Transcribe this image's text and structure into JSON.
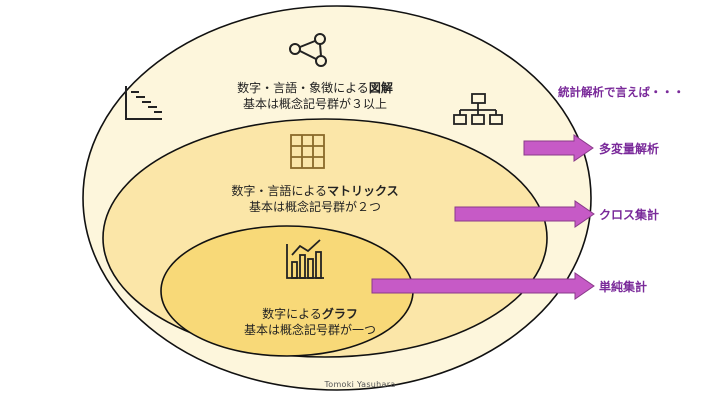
{
  "colors": {
    "outer_fill": "#fdf6dc",
    "middle_fill": "#fbe6a8",
    "inner_fill": "#f8d978",
    "ellipse_stroke": "#111111",
    "arrow_fill": "#c65ac6",
    "accent_text": "#7a2a9a"
  },
  "outer": {
    "line1_prefix": "数字・言語・象徴による",
    "line1_emph": "図解",
    "line2": "基本は概念記号群が３以上",
    "icons": [
      "share-nodes-icon",
      "gantt-chart-icon",
      "org-chart-icon"
    ]
  },
  "middle": {
    "line1_prefix": "数字・言語による",
    "line1_emph": "マトリックス",
    "line2": "基本は概念記号群が２つ",
    "icon": "grid-icon"
  },
  "inner": {
    "line1_prefix": "数字による",
    "line1_emph": "グラフ",
    "line2": "基本は概念記号群が一つ",
    "icon": "bar-line-chart-icon"
  },
  "side": {
    "heading": "統計解析で言えば・・・",
    "labels": [
      "多変量解析",
      "クロス集計",
      "単純集計"
    ]
  },
  "credit": "Tomoki Yasuhara"
}
